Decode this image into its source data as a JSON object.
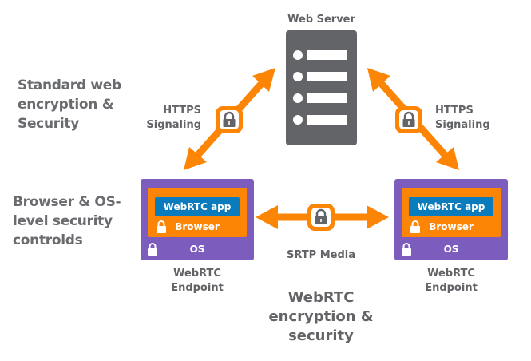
{
  "diagram": {
    "title": "WebRTC encryption & security",
    "web_server": {
      "label": "Web Server",
      "icon": "server-icon",
      "rows": 4
    },
    "side_labels": [
      {
        "id": "standard-web",
        "text": [
          "Standard web",
          "encryption &",
          "Security"
        ]
      },
      {
        "id": "browser-os",
        "text": [
          "Browser & OS-",
          "level security",
          "controlds"
        ]
      }
    ],
    "links": [
      {
        "id": "left-signaling",
        "label": [
          "HTTPS",
          "Signaling"
        ],
        "icon": "lock-icon",
        "from": "left-endpoint",
        "to": "web-server"
      },
      {
        "id": "right-signaling",
        "label": [
          "HTTPS",
          "Signaling"
        ],
        "icon": "lock-icon",
        "from": "right-endpoint",
        "to": "web-server"
      },
      {
        "id": "media",
        "label": "SRTP Media",
        "icon": "lock-icon",
        "from": "left-endpoint",
        "to": "right-endpoint"
      }
    ],
    "endpoints": [
      {
        "id": "left",
        "app": "WebRTC app",
        "browser": "Browser",
        "os": "OS",
        "caption": [
          "WebRTC",
          "Endpoint"
        ]
      },
      {
        "id": "right",
        "app": "WebRTC app",
        "browser": "Browser",
        "os": "OS",
        "caption": [
          "WebRTC",
          "Endpoint"
        ]
      }
    ],
    "center_caption": [
      "WebRTC",
      "encryption &",
      "security"
    ],
    "colors": {
      "arrow": "#fd8505",
      "server": "#636467",
      "os_layer": "#7c5cbd",
      "browser_layer": "#fd8505",
      "app_layer": "#0a7bbd",
      "text": "#626366"
    }
  }
}
